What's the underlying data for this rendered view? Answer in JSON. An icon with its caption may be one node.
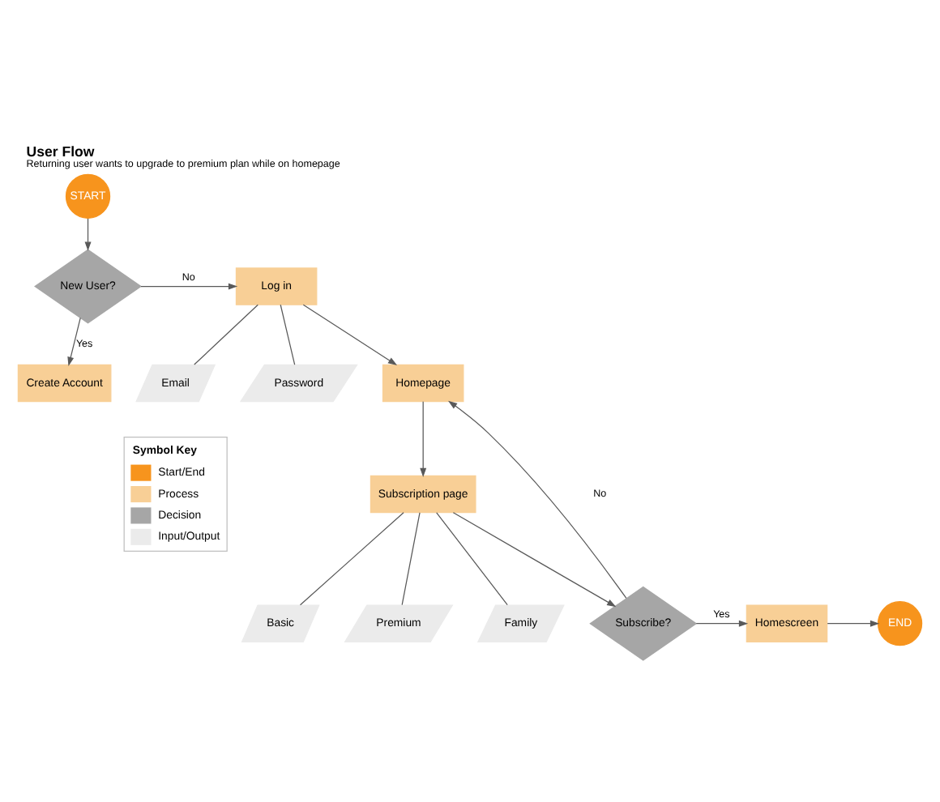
{
  "diagram": {
    "title": "User Flow",
    "caption": "Returning user wants to upgrade to premium plan while on homepage",
    "nodes": [
      {
        "text": [
          "START"
        ]
      },
      {
        "text": [
          "New User?"
        ]
      },
      {
        "text": [
          "Log in"
        ]
      },
      {
        "text": [
          "Create Account"
        ]
      },
      {
        "text": [
          "Email"
        ]
      },
      {
        "text": [
          "Password"
        ]
      },
      {
        "text": [
          "Homepage"
        ]
      },
      {
        "text": [
          "Subscription page"
        ]
      },
      {
        "text": [
          "Basic"
        ]
      },
      {
        "text": [
          "Premium"
        ]
      },
      {
        "text": [
          "Family"
        ]
      },
      {
        "text": [
          "Subscribe?"
        ]
      },
      {
        "text": [
          "Homescreen"
        ]
      },
      {
        "text": [
          "END"
        ]
      }
    ],
    "edges": [
      {
        "from": 0,
        "to": 1,
        "arrow": "to"
      },
      {
        "from": 1,
        "to": 2,
        "arrow": "to",
        "label": "No"
      },
      {
        "from": 1,
        "to": 3,
        "arrow": "to",
        "label": "Yes"
      },
      {
        "from": 2,
        "to": 4,
        "arrow": "none"
      },
      {
        "from": 2,
        "to": 5,
        "arrow": "none"
      },
      {
        "from": 2,
        "to": 6,
        "arrow": "to"
      },
      {
        "from": 6,
        "to": 7,
        "arrow": "to"
      },
      {
        "from": 7,
        "to": 8,
        "arrow": "none"
      },
      {
        "from": 7,
        "to": 9,
        "arrow": "none"
      },
      {
        "from": 7,
        "to": 10,
        "arrow": "none"
      },
      {
        "from": 7,
        "to": 11,
        "arrow": "to"
      },
      {
        "from": 11,
        "to": 6,
        "arrow": "to",
        "label": "No"
      },
      {
        "from": 11,
        "to": 12,
        "arrow": "to",
        "label": "Yes"
      },
      {
        "from": 12,
        "to": 13,
        "arrow": "to"
      }
    ],
    "labels": [
      "Symbol Key"
    ],
    "legend": [
      {
        "text": "Start/End",
        "color": "#f7941d"
      },
      {
        "text": "Process",
        "color": "#f8cf96"
      },
      {
        "text": "Decision",
        "color": "#a6a6a6"
      },
      {
        "text": "Input/Output",
        "color": "#ebebeb"
      }
    ]
  }
}
